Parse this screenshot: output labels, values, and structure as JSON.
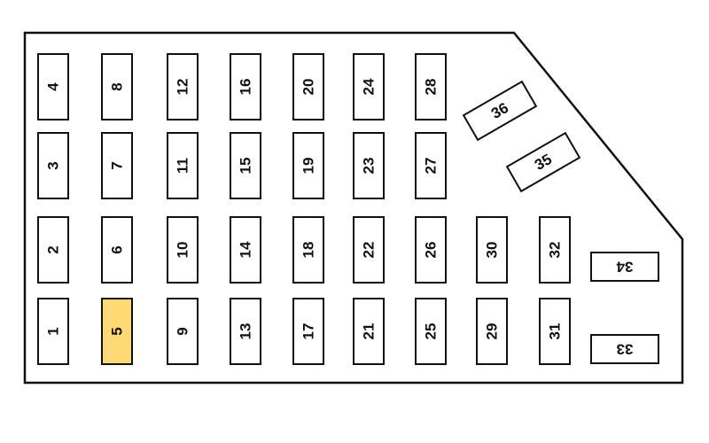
{
  "fuses": [
    {
      "label": "1"
    },
    {
      "label": "2"
    },
    {
      "label": "3"
    },
    {
      "label": "4"
    },
    {
      "label": "5",
      "highlight": true
    },
    {
      "label": "6"
    },
    {
      "label": "7"
    },
    {
      "label": "8"
    },
    {
      "label": "9"
    },
    {
      "label": "10"
    },
    {
      "label": "11"
    },
    {
      "label": "12"
    },
    {
      "label": "13"
    },
    {
      "label": "14"
    },
    {
      "label": "15"
    },
    {
      "label": "16"
    },
    {
      "label": "17"
    },
    {
      "label": "18"
    },
    {
      "label": "19"
    },
    {
      "label": "20"
    },
    {
      "label": "21"
    },
    {
      "label": "22"
    },
    {
      "label": "23"
    },
    {
      "label": "24"
    },
    {
      "label": "25"
    },
    {
      "label": "26"
    },
    {
      "label": "27"
    },
    {
      "label": "28"
    },
    {
      "label": "29"
    },
    {
      "label": "30"
    },
    {
      "label": "31"
    },
    {
      "label": "32"
    },
    {
      "label": "33"
    },
    {
      "label": "34"
    },
    {
      "label": "35"
    },
    {
      "label": "36"
    }
  ],
  "colors": {
    "highlight": "#ffd973",
    "stroke": "#111111",
    "background": "#ffffff"
  }
}
